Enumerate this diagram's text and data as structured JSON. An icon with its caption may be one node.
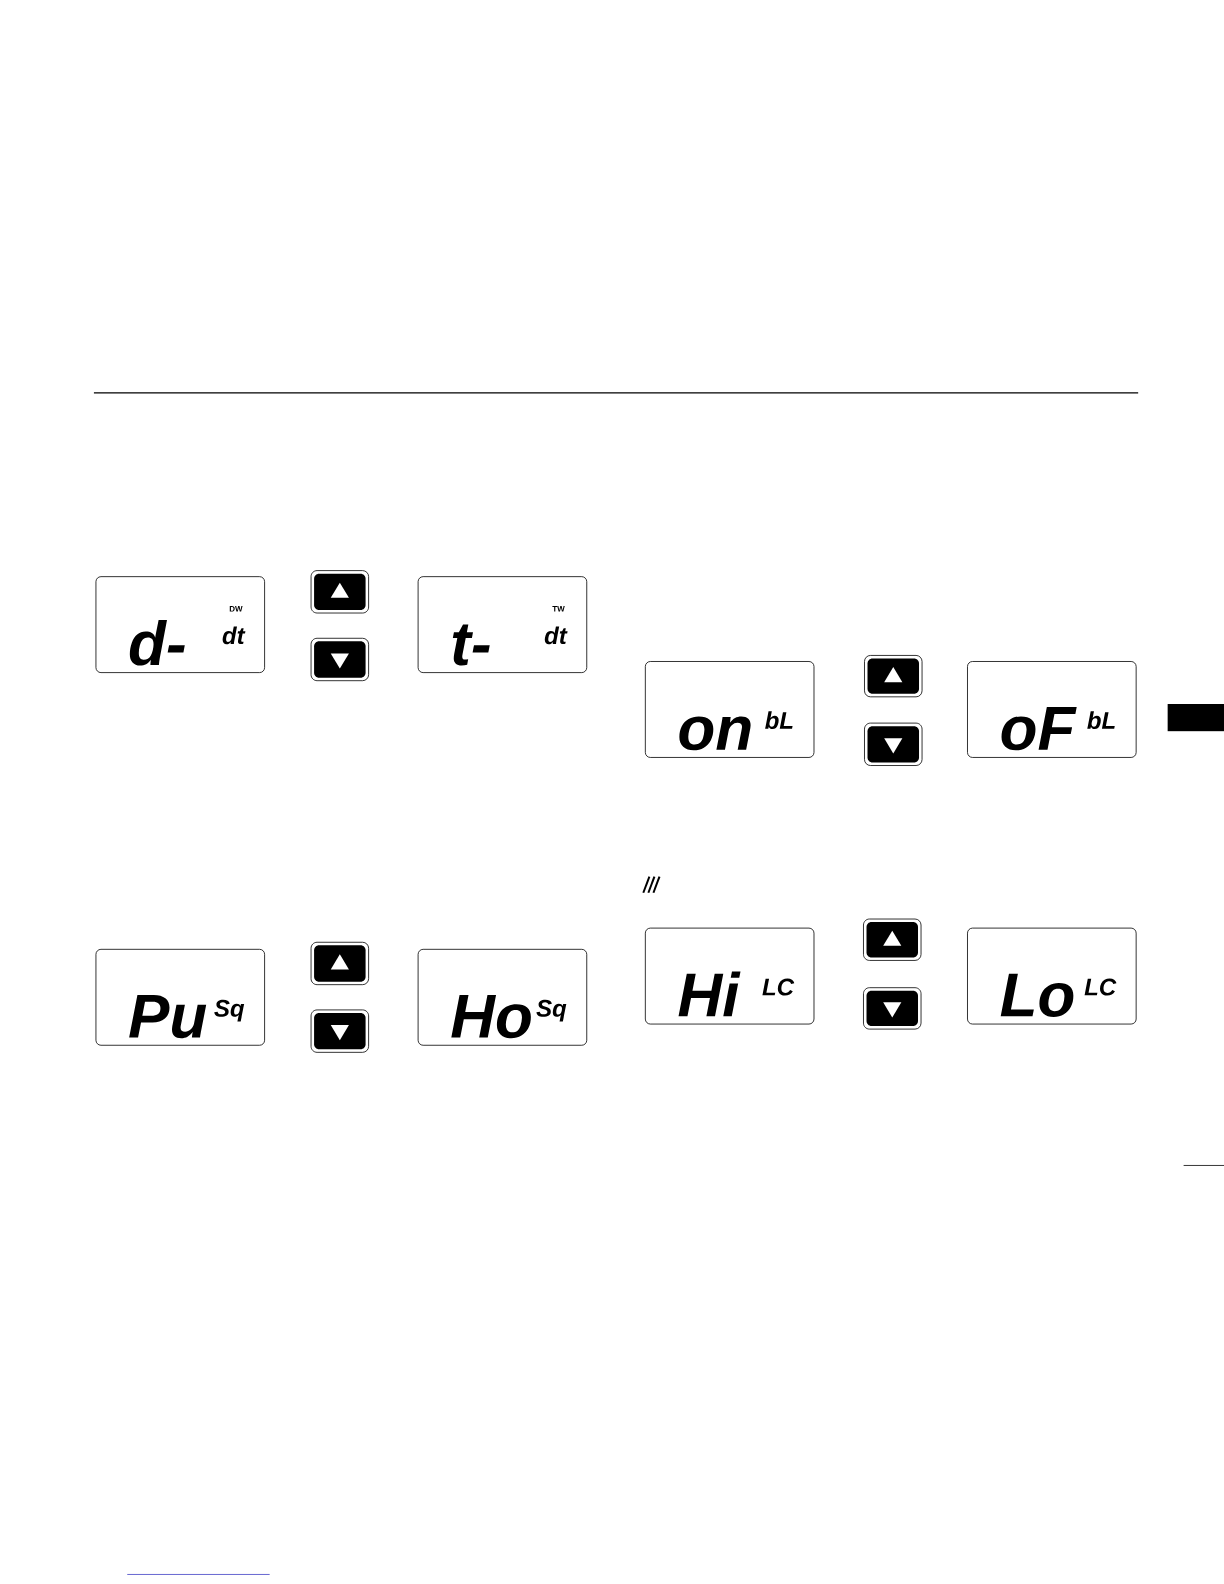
{
  "diagram": {
    "nodes": [
      {
        "text": [
          "d-",
          "DW",
          "dt"
        ]
      },
      {
        "text": [],
        "shape": "box"
      },
      {
        "text": [],
        "shape": "box"
      },
      {
        "text": [
          "t-",
          "TW",
          "dt"
        ]
      },
      {
        "text": [
          "Pu",
          "Sq"
        ]
      },
      {
        "text": [],
        "shape": "box"
      },
      {
        "text": [],
        "shape": "box"
      },
      {
        "text": [
          "Ho",
          "Sq"
        ]
      },
      {
        "text": [
          "on",
          "bL"
        ]
      },
      {
        "text": [],
        "shape": "box"
      },
      {
        "text": [],
        "shape": "box"
      },
      {
        "text": [
          "oF",
          "bL"
        ]
      },
      {
        "text": [
          "Hi",
          "LC"
        ]
      },
      {
        "text": [],
        "shape": "box"
      },
      {
        "text": [],
        "shape": "box"
      },
      {
        "text": [
          "Lo",
          "LC"
        ]
      }
    ]
  }
}
